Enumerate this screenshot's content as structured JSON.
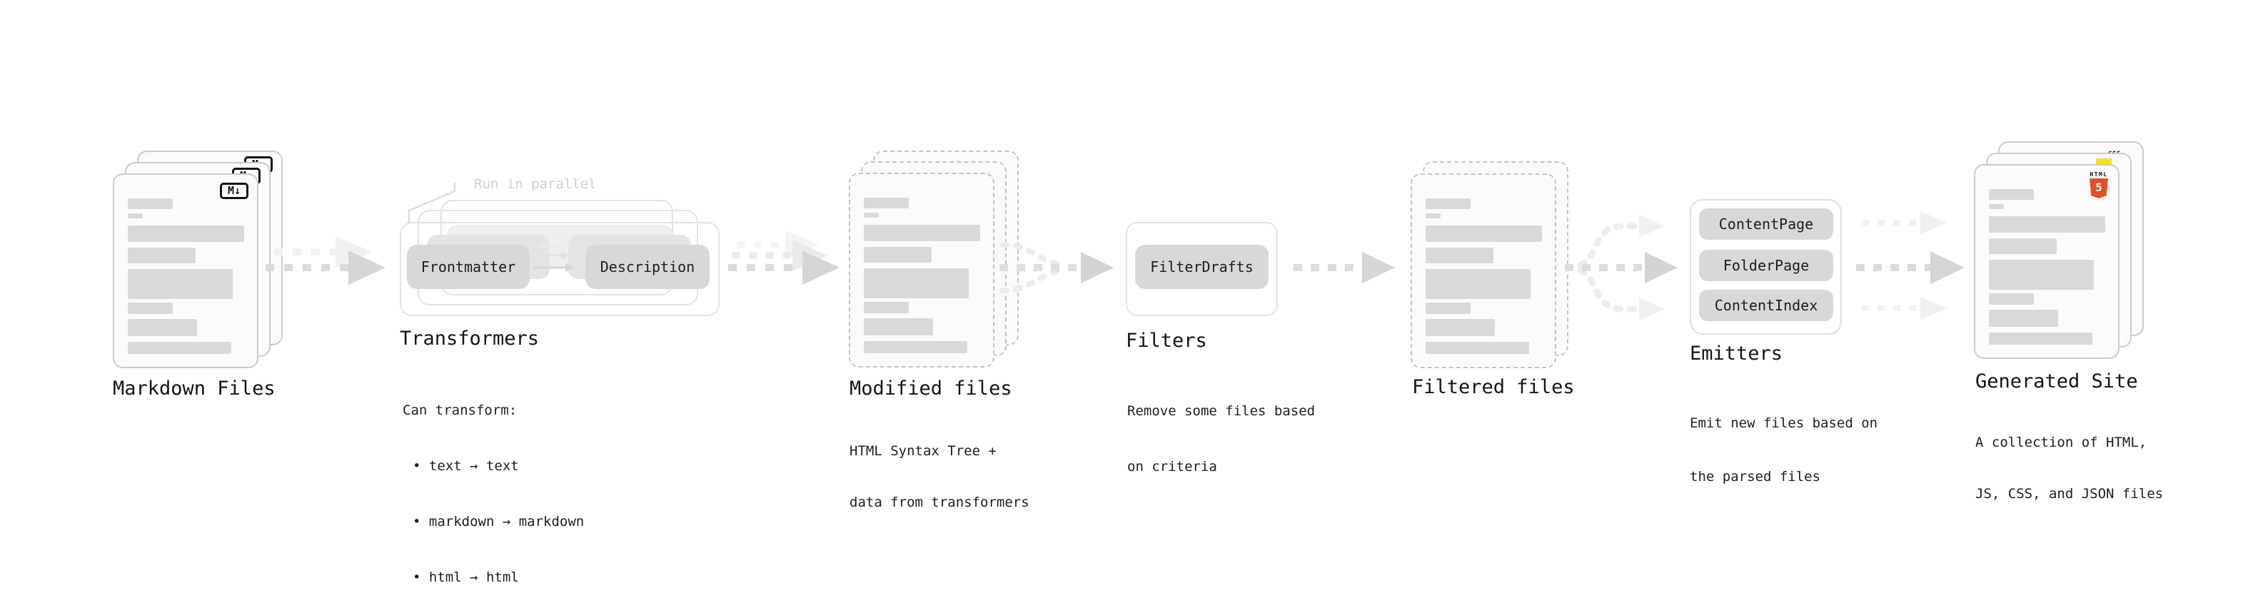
{
  "markdown_files": {
    "label": "Markdown Files",
    "badge": "M↓"
  },
  "transformers": {
    "annotation": "Run in parallel",
    "pills": [
      "Frontmatter",
      "Description"
    ],
    "label": "Transformers",
    "caption_title": "Can transform:",
    "bullets": [
      "• text → text",
      "• markdown → markdown",
      "• html → html"
    ]
  },
  "modified_files": {
    "label": "Modified files",
    "caption_lines": [
      "HTML Syntax Tree +",
      "data from transformers"
    ]
  },
  "filters": {
    "pills": [
      "FilterDrafts"
    ],
    "label": "Filters",
    "caption_lines": [
      "Remove some files based",
      "on criteria"
    ]
  },
  "filtered_files": {
    "label": "Filtered files"
  },
  "emitters": {
    "pills": [
      "ContentPage",
      "FolderPage",
      "ContentIndex"
    ],
    "label": "Emitters",
    "caption_lines": [
      "Emit new files based on",
      "the parsed files"
    ]
  },
  "generated_site": {
    "label": "Generated Site",
    "caption_lines": [
      "A collection of HTML,",
      "JS, CSS, and JSON files"
    ],
    "badges": {
      "css": "CSS",
      "html_word": "HTML",
      "html_five": "5"
    }
  },
  "colors": {
    "js_yellow": "#f7df1e",
    "css_blue": "#2760e6",
    "html5_orange": "#e44d26",
    "pill_gray": "#d8d8d8",
    "arrow_gray": "#d5d5d5",
    "skeleton_gray": "#d9d9d9"
  }
}
